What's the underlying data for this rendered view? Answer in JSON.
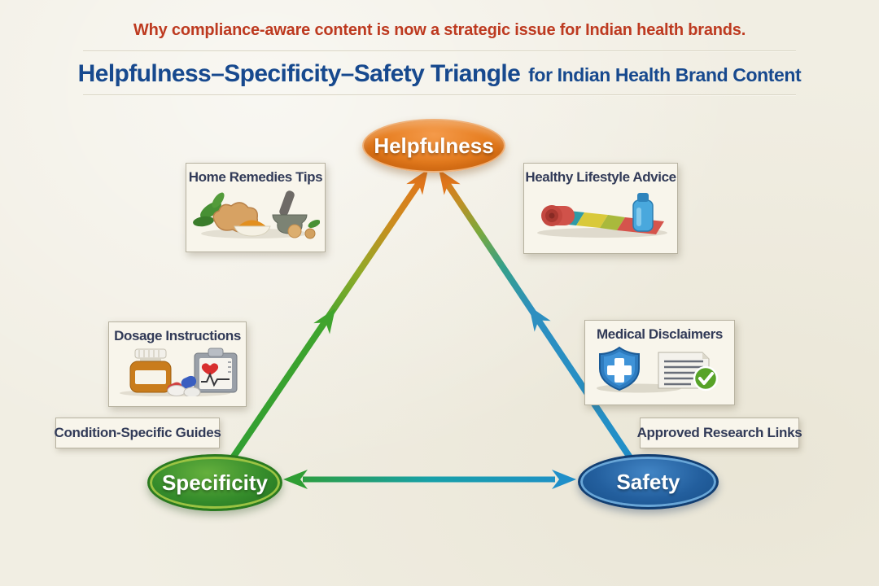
{
  "header": {
    "tagline": "Why compliance-aware content is now a strategic issue for Indian health brands.",
    "title_main": "Helpfulness–Specificity–Safety Triangle",
    "title_suffix": "for Indian Health Brand Content"
  },
  "triangle": {
    "nodes": {
      "helpfulness": {
        "label": "Helpfulness",
        "color": "#e67d1f"
      },
      "specificity": {
        "label": "Specificity",
        "color": "#358c2b"
      },
      "safety": {
        "label": "Safety",
        "color": "#235f9e"
      }
    },
    "edges": [
      {
        "from": "specificity",
        "to": "helpfulness",
        "arrows": "to",
        "gradient": [
          "#2f9e33",
          "#e0761c"
        ]
      },
      {
        "from": "safety",
        "to": "helpfulness",
        "arrows": "to",
        "gradient": [
          "#1f8fc9",
          "#e0761c"
        ]
      },
      {
        "from": "specificity",
        "to": "safety",
        "arrows": "both",
        "gradient": [
          "#2f9e33",
          "#17a0a8",
          "#1f8fc9"
        ]
      }
    ]
  },
  "callouts": {
    "home_remedies": {
      "title": "Home Remedies Tips",
      "icon": "herbs-mortar-illustration"
    },
    "healthy_lifestyle": {
      "title": "Healthy Lifestyle Advice",
      "icon": "yoga-mat-bottle-illustration"
    },
    "dosage_instructions": {
      "title": "Dosage Instructions",
      "icon": "pill-bottle-clipboard-illustration"
    },
    "medical_disclaimers": {
      "title": "Medical Disclaimers",
      "icon": "shield-document-check-illustration"
    },
    "condition_guides": {
      "title": "Condition-Specific Guides"
    },
    "research_links": {
      "title": "Approved Research Links"
    }
  },
  "colors": {
    "background": "#f1eee3",
    "tagline_text": "#bd3a20",
    "title_text": "#17498e",
    "card_text": "#323b58"
  }
}
